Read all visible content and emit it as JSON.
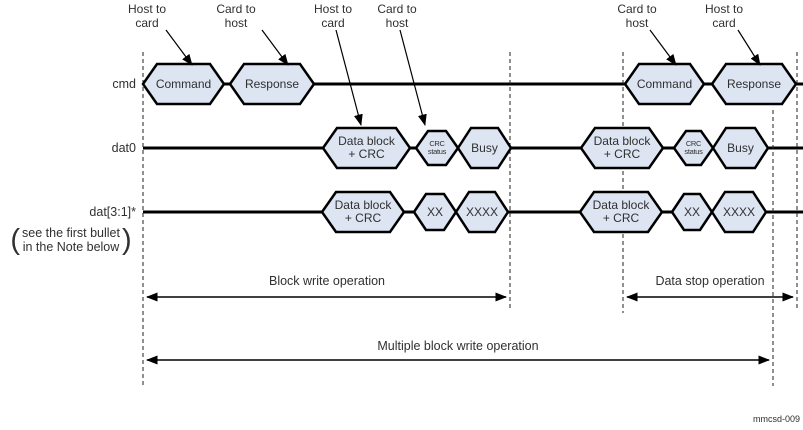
{
  "colors": {
    "hexagon_fill": "#dde4f2",
    "line": "#000000",
    "text": "#303030"
  },
  "direction_labels": {
    "a": "Host to\ncard",
    "b": "Card to\nhost",
    "c": "Host to\ncard",
    "d": "Card to\nhost",
    "e": "Card to\nhost",
    "f": "Host to\ncard"
  },
  "signals": {
    "cmd": "cmd",
    "dat0": "dat0",
    "dat31": "dat[3:1]*"
  },
  "note": {
    "open": "(",
    "text": "see the first bullet\nin the Note below",
    "close": ")"
  },
  "hexagons": {
    "cmd1": "Command",
    "cmd2": "Response",
    "cmd3": "Command",
    "cmd4": "Response",
    "dat0_1": "Data block\n+ CRC",
    "dat0_2": "CRC\nstatus",
    "dat0_3": "Busy",
    "dat0_4": "Data block\n+ CRC",
    "dat0_5": "CRC\nstatus",
    "dat0_6": "Busy",
    "dat31_1": "Data block\n+ CRC",
    "dat31_2": "XX",
    "dat31_3": "XXXX",
    "dat31_4": "Data block\n+ CRC",
    "dat31_5": "XX",
    "dat31_6": "XXXX"
  },
  "annotations": {
    "block_write": "Block write operation",
    "data_stop": "Data stop operation",
    "multiple_block_write": "Multiple block write operation"
  },
  "figure_id": "mmcsd-009"
}
